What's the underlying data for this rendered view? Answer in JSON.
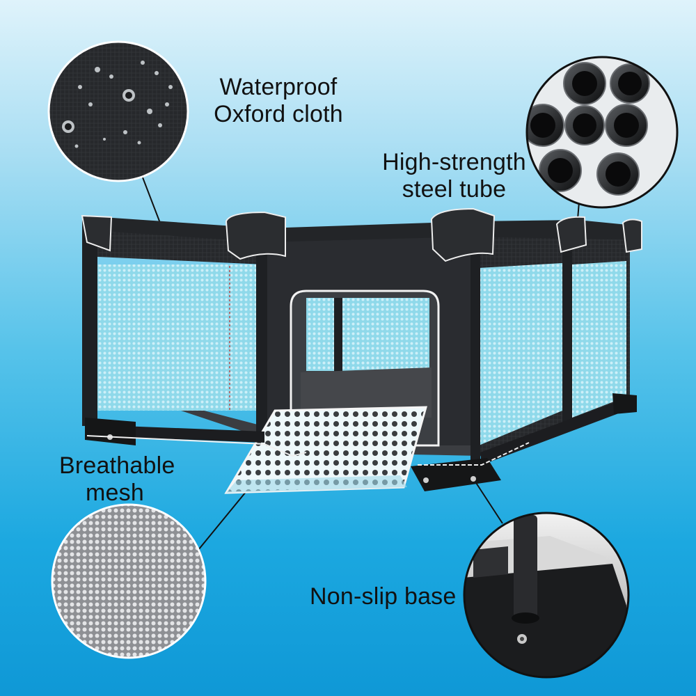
{
  "callouts": {
    "waterproof": {
      "line1": "Waterproof",
      "line2": "Oxford cloth",
      "icon": "oxford-cloth-closeup"
    },
    "steel": {
      "line1": "High-strength",
      "line2": "steel tube",
      "icon": "steel-tubes-closeup"
    },
    "mesh": {
      "line1": "Breathable",
      "line2": "mesh",
      "icon": "mesh-closeup"
    },
    "base": {
      "line1": "Non-slip base",
      "icon": "base-closeup"
    }
  },
  "colors": {
    "background_top": "#dff3fb",
    "background_bottom": "#0f98d6",
    "frame": "#2b2d31",
    "mesh_tint": "#7fd3e8",
    "text": "#111111"
  }
}
